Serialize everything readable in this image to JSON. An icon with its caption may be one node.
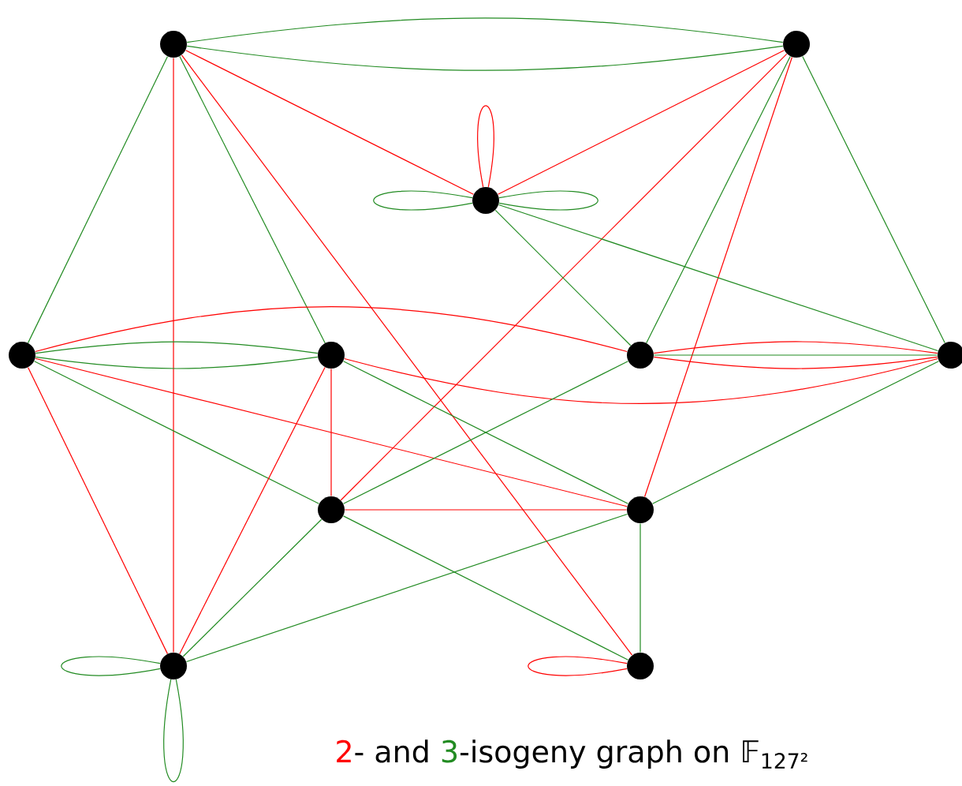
{
  "diagram": {
    "nodes": [
      {
        "text": [],
        "shape": "circle"
      },
      {
        "text": [],
        "shape": "circle"
      },
      {
        "text": [],
        "shape": "circle"
      },
      {
        "text": [],
        "shape": "circle"
      },
      {
        "text": [],
        "shape": "circle"
      },
      {
        "text": [],
        "shape": "circle"
      },
      {
        "text": [],
        "shape": "circle"
      },
      {
        "text": [],
        "shape": "circle"
      },
      {
        "text": [],
        "shape": "circle"
      },
      {
        "text": [],
        "shape": "circle"
      },
      {
        "text": [],
        "shape": "circle"
      }
    ],
    "edges": [
      {
        "from": 0,
        "to": 1,
        "arrow": "none"
      },
      {
        "from": 0,
        "to": 1,
        "arrow": "none"
      },
      {
        "from": 0,
        "to": 3,
        "arrow": "none"
      },
      {
        "from": 0,
        "to": 4,
        "arrow": "none"
      },
      {
        "from": 0,
        "to": 9,
        "arrow": "none",
        "color": "#ff0000"
      },
      {
        "from": 0,
        "to": 10,
        "arrow": "none",
        "color": "#ff0000"
      },
      {
        "from": 0,
        "to": 2,
        "arrow": "none",
        "color": "#ff0000"
      },
      {
        "from": 1,
        "to": 2,
        "arrow": "none",
        "color": "#ff0000"
      },
      {
        "from": 1,
        "to": 7,
        "arrow": "none",
        "color": "#ff0000"
      },
      {
        "from": 1,
        "to": 8,
        "arrow": "none",
        "color": "#ff0000"
      },
      {
        "from": 1,
        "to": 5,
        "arrow": "none"
      },
      {
        "from": 1,
        "to": 6,
        "arrow": "none"
      },
      {
        "from": 2,
        "to": 2,
        "arrow": "none",
        "color": "#ff0000"
      },
      {
        "from": 2,
        "to": 2,
        "arrow": "none"
      },
      {
        "from": 2,
        "to": 2,
        "arrow": "none"
      },
      {
        "from": 2,
        "to": 5,
        "arrow": "none"
      },
      {
        "from": 2,
        "to": 6,
        "arrow": "none"
      },
      {
        "from": 3,
        "to": 5,
        "arrow": "none",
        "color": "#ff0000"
      },
      {
        "from": 3,
        "to": 4,
        "arrow": "none"
      },
      {
        "from": 3,
        "to": 4,
        "arrow": "none"
      },
      {
        "from": 3,
        "to": 8,
        "arrow": "none",
        "color": "#ff0000"
      },
      {
        "from": 3,
        "to": 7,
        "arrow": "none"
      },
      {
        "from": 3,
        "to": 9,
        "arrow": "none",
        "color": "#ff0000"
      },
      {
        "from": 4,
        "to": 6,
        "arrow": "none",
        "color": "#ff0000"
      },
      {
        "from": 4,
        "to": 8,
        "arrow": "none"
      },
      {
        "from": 4,
        "to": 7,
        "arrow": "none",
        "color": "#ff0000"
      },
      {
        "from": 4,
        "to": 9,
        "arrow": "none",
        "color": "#ff0000"
      },
      {
        "from": 5,
        "to": 6,
        "arrow": "none",
        "color": "#ff0000"
      },
      {
        "from": 5,
        "to": 6,
        "arrow": "none"
      },
      {
        "from": 5,
        "to": 6,
        "arrow": "none",
        "color": "#ff0000"
      },
      {
        "from": 5,
        "to": 7,
        "arrow": "none"
      },
      {
        "from": 6,
        "to": 8,
        "arrow": "none"
      },
      {
        "from": 7,
        "to": 8,
        "arrow": "none",
        "color": "#ff0000"
      },
      {
        "from": 7,
        "to": 9,
        "arrow": "none"
      },
      {
        "from": 7,
        "to": 10,
        "arrow": "none"
      },
      {
        "from": 8,
        "to": 10,
        "arrow": "none"
      },
      {
        "from": 8,
        "to": 9,
        "arrow": "none"
      },
      {
        "from": 9,
        "to": 9,
        "arrow": "none"
      },
      {
        "from": 9,
        "to": 9,
        "arrow": "none"
      },
      {
        "from": 10,
        "to": 10,
        "arrow": "none",
        "color": "#ff0000"
      }
    ],
    "labels": [
      "- and",
      "-isogeny graph on 𝔽$_{127²}$"
    ],
    "legend": [
      {
        "text": "2",
        "color": "#ff0000"
      },
      {
        "text": "3",
        "color": "#228b22"
      }
    ]
  }
}
